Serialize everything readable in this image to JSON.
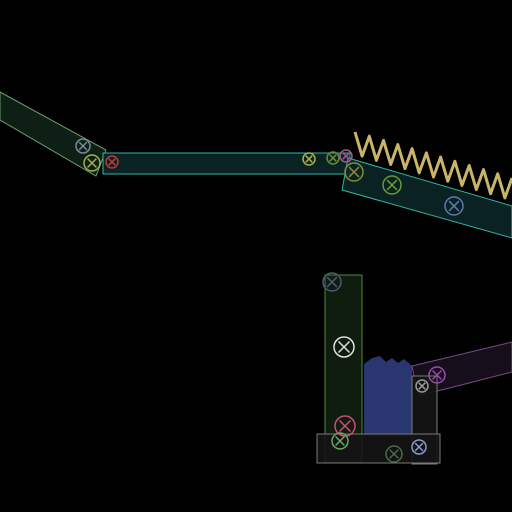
{
  "scene": {
    "background": "#000000",
    "palette": {
      "ramp_fill": "#0f2418",
      "ramp_stroke": "#6f9a6a",
      "beam_fill": "#0c2626",
      "beam_stroke": "#2fb6a8",
      "spring_color": "#c9b46a",
      "post_fill": "#10200f",
      "post_stroke": "#4f8a3a",
      "box_fill": "#141414",
      "box_stroke": "#7a7a7a",
      "arm_fill": "#1a0f1e",
      "arm_stroke": "#7a4a8a",
      "water_fill": "#2a3670"
    },
    "pins": [
      {
        "id": "left-ramp-upper",
        "color": "#7a8a9a"
      },
      {
        "id": "left-ramp-lower",
        "color": "#a8b04a"
      },
      {
        "id": "beam-left",
        "color": "#c03a3a"
      },
      {
        "id": "beam-right-a",
        "color": "#a8b04a"
      },
      {
        "id": "beam-right-b",
        "color": "#6a8a3a"
      },
      {
        "id": "beam-right-c",
        "color": "#a05a8a"
      },
      {
        "id": "spring-ramp-a",
        "color": "#8a8a3a"
      },
      {
        "id": "spring-ramp-b",
        "color": "#6a9a3a"
      },
      {
        "id": "spring-ramp-c",
        "color": "#5a7ab0"
      },
      {
        "id": "post-top",
        "color": "#4a5a7a"
      },
      {
        "id": "post-middle",
        "color": "#e0e0e0"
      },
      {
        "id": "post-bottom",
        "color": "#d04a7a"
      },
      {
        "id": "base-left",
        "color": "#6aaa5a"
      },
      {
        "id": "base-middle",
        "color": "#4a6a4a"
      },
      {
        "id": "base-right",
        "color": "#8a9ad0"
      },
      {
        "id": "box-top",
        "color": "#9a9a9a"
      },
      {
        "id": "arm-pin",
        "color": "#9a4ab0"
      }
    ]
  }
}
